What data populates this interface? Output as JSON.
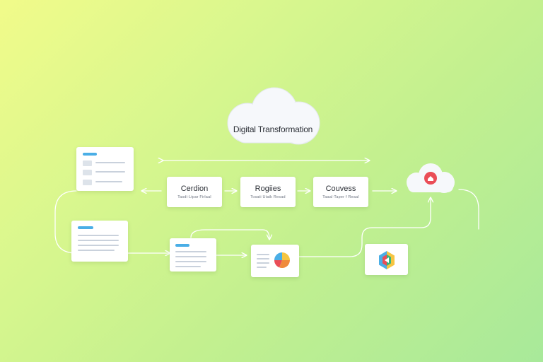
{
  "diagram": {
    "title": "Digital Transformation",
    "steps": [
      {
        "title": "Cerdion",
        "subtitle": "Tasdi·Ltpar Firlaal"
      },
      {
        "title": "Rogiies",
        "subtitle": "Tosati Utaik Resad"
      },
      {
        "title": "Couvess",
        "subtitle": "Taaal·Taper f Reaal"
      }
    ]
  },
  "colors": {
    "accent_blue": "#4aaee6",
    "accent_red": "#ea4d57",
    "connector": "#ffffff"
  },
  "icons": {
    "cloud_home": "home-icon",
    "pie_chart": "pie-chart-icon",
    "hexagon_logo": "hexagon-logo-icon"
  }
}
